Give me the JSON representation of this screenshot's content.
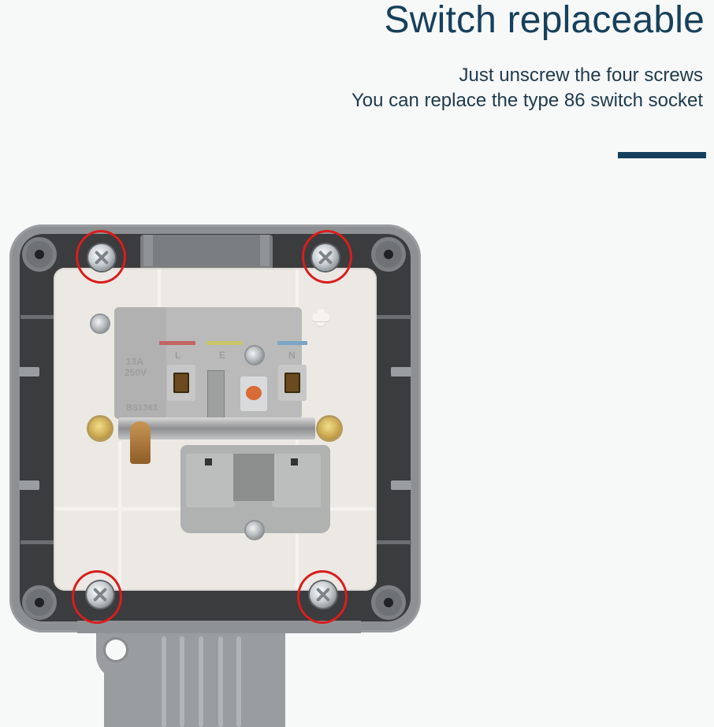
{
  "header": {
    "title": "Switch replaceable",
    "subtitle_lines": [
      "Just unscrew the four screws",
      "You can replace the type 86 switch socket"
    ]
  },
  "colors": {
    "title": "#17405b",
    "accent_bar": "#15405e",
    "highlight_ring": "#d81e1e",
    "background": "#f7f8f8"
  },
  "product_image": {
    "subject": "waterproof outdoor socket box with BS1363 switch socket insert",
    "highlighted_screws": [
      "top-left",
      "top-right",
      "bottom-left",
      "bottom-right"
    ],
    "socket_markings": {
      "rating": [
        "13A",
        "250V"
      ],
      "standard": "BS1363",
      "terminals": [
        "L",
        "E",
        "N"
      ]
    }
  }
}
